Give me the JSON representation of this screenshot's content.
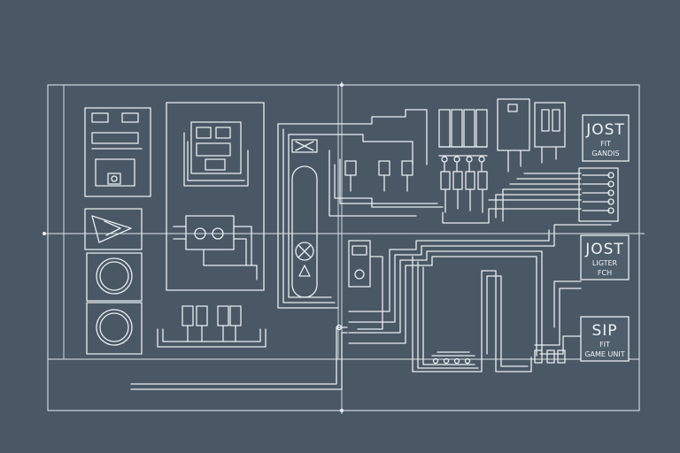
{
  "diagram": {
    "labels": [
      {
        "id": "label-box-1",
        "title": "JOST",
        "line1": "FIT",
        "line2": "GANDIS"
      },
      {
        "id": "label-box-2",
        "title": "JOST",
        "line1": "LIGTER",
        "line2": "FCH"
      },
      {
        "id": "label-box-3",
        "title": "SIP",
        "line1": "FIT",
        "line2": "GAME UNIT"
      }
    ],
    "colors": {
      "background": "#4a5865",
      "line": "#e9eef2"
    }
  }
}
